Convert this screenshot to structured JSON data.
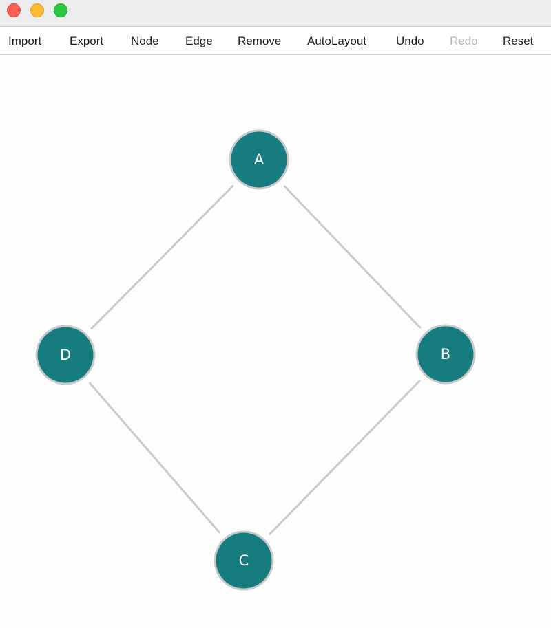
{
  "window": {
    "controls": [
      "close",
      "minimize",
      "maximize"
    ]
  },
  "toolbar": {
    "items": [
      {
        "label": "Import",
        "enabled": true
      },
      {
        "label": "Export",
        "enabled": true
      },
      {
        "label": "Node",
        "enabled": true
      },
      {
        "label": "Edge",
        "enabled": true
      },
      {
        "label": "Remove",
        "enabled": true
      },
      {
        "label": "AutoLayout",
        "enabled": true
      },
      {
        "label": "Undo",
        "enabled": true
      },
      {
        "label": "Redo",
        "enabled": false
      },
      {
        "label": "Reset",
        "enabled": true
      }
    ]
  },
  "graph": {
    "nodes": [
      {
        "id": "A",
        "label": "A"
      },
      {
        "id": "B",
        "label": "B"
      },
      {
        "id": "C",
        "label": "C"
      },
      {
        "id": "D",
        "label": "D"
      }
    ],
    "edges": [
      {
        "from": "A",
        "to": "B"
      },
      {
        "from": "B",
        "to": "C"
      },
      {
        "from": "C",
        "to": "D"
      },
      {
        "from": "D",
        "to": "A"
      }
    ],
    "colors": {
      "node_fill": "#167c7d",
      "node_stroke": "#c9c9cd",
      "edge": "#c9c9cd"
    }
  }
}
